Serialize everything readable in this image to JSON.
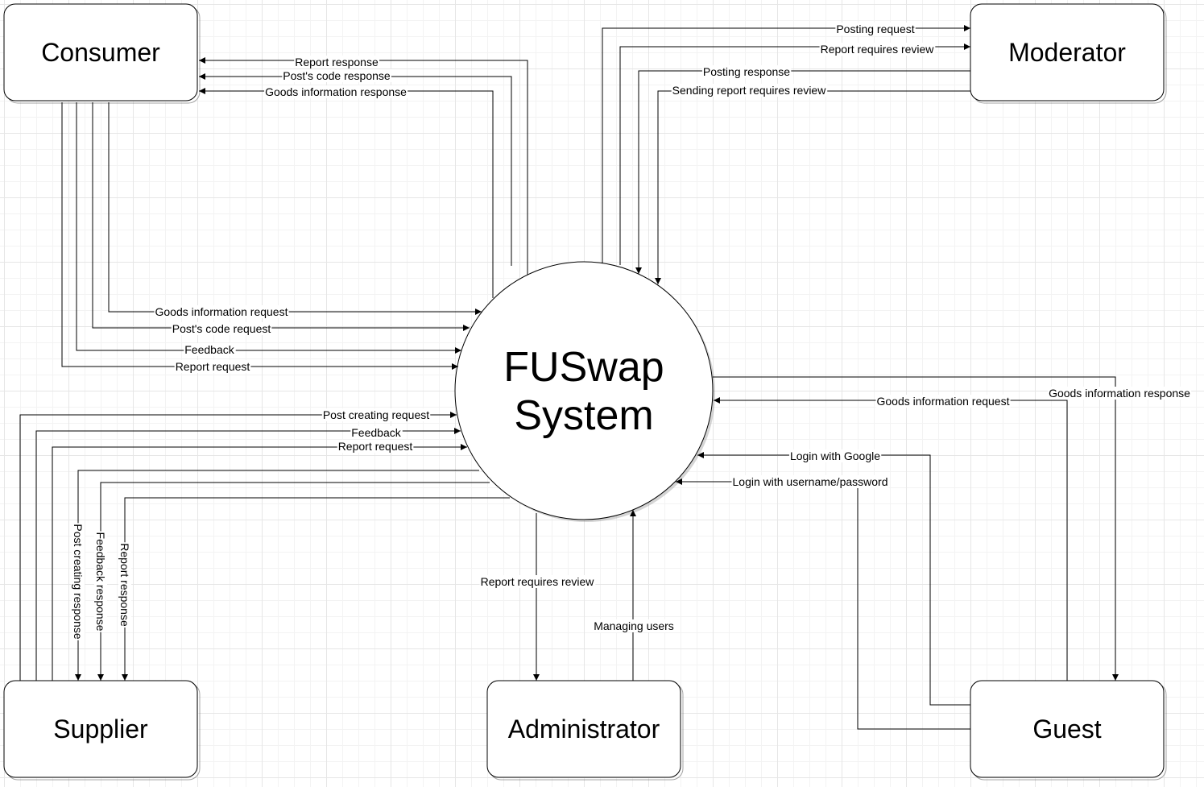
{
  "system": {
    "line1": "FUSwap",
    "line2": "System"
  },
  "entities": {
    "consumer": "Consumer",
    "moderator": "Moderator",
    "supplier": "Supplier",
    "administrator": "Administrator",
    "guest": "Guest"
  },
  "flows": {
    "consumer_report_response": "Report response",
    "consumer_post_code_response": "Post's code response",
    "consumer_goods_info_response": "Goods information response",
    "consumer_goods_info_request": "Goods information request",
    "consumer_post_code_request": "Post's code request",
    "consumer_feedback": "Feedback",
    "consumer_report_request": "Report request",
    "moderator_posting_request": "Posting request",
    "moderator_report_requires_review": "Report requires review",
    "moderator_posting_response": "Posting response",
    "moderator_sending_report_review": "Sending report requires review",
    "supplier_post_creating_request": "Post creating request",
    "supplier_feedback": "Feedback",
    "supplier_report_request": "Report request",
    "supplier_post_creating_response": "Post creating response",
    "supplier_feedback_response": "Feedback response",
    "supplier_report_response": "Report response",
    "admin_report_requires_review": "Report requires review",
    "admin_managing_users": "Managing users",
    "guest_goods_info_response": "Goods information response",
    "guest_goods_info_request": "Goods information request",
    "guest_login_google": "Login with Google",
    "guest_login_password": "Login with username/password"
  }
}
